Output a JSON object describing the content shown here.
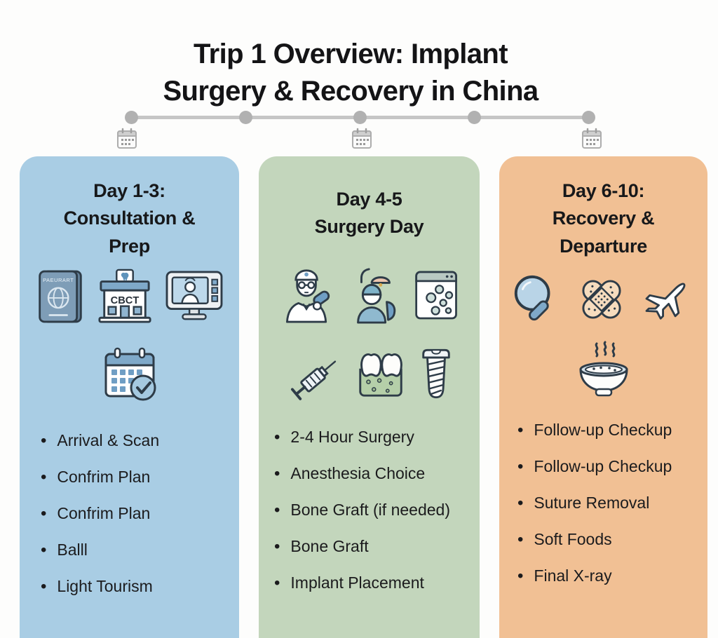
{
  "title": {
    "line1": "Trip 1 Overview: Implant",
    "line2": "Surgery & Recovery in China"
  },
  "timeline": {
    "milestone_dot_count": 5,
    "calendar_icon_count": 3
  },
  "colors": {
    "column_blue": "#a9cde4",
    "column_green": "#c3d6bc",
    "column_orange": "#f1c094",
    "timeline_gray": "#c6c6c6",
    "text_dark": "#1b1b1d",
    "icon_outline": "#2e3c48",
    "icon_blue": "#7fa9c9",
    "icon_blue_light": "#b9d4e7",
    "icon_green": "#b5cfa9",
    "icon_peach": "#f6dcbe"
  },
  "columns": [
    {
      "header_lines": [
        "Day 1-3:",
        "Consultation &",
        "Prep"
      ],
      "icons_row1": [
        "passport-icon",
        "dental-clinic-icon",
        "video-consultation-icon"
      ],
      "icons_row2": [
        "calendar-check-icon"
      ],
      "passport_text": "PAEURART",
      "clinic_sign_text": "CBCT",
      "bullets": [
        "Arrival & Scan",
        "Confrim Plan",
        "Confrim Plan",
        "Balll",
        "Light Tourism"
      ]
    },
    {
      "header_lines": [
        "Day 4-5",
        "Surgery Day"
      ],
      "icons_row1": [
        "surgeon-icon",
        "patient-chair-icon",
        "xray-panel-icon"
      ],
      "icons_row2": [
        "syringe-icon",
        "bone-graft-icon",
        "implant-screw-icon"
      ],
      "bullets": [
        "2-4 Hour Surgery",
        "Anesthesia Choice",
        "Bone Graft (if needed)",
        "Bone Graft",
        "Implant Placement"
      ]
    },
    {
      "header_lines": [
        "Day 6-10:",
        "Recovery &",
        "Departure"
      ],
      "icons_row1": [
        "magnifier-icon",
        "bandages-icon",
        "airplane-icon"
      ],
      "icons_row2": [
        "soup-bowl-icon"
      ],
      "bullets": [
        "Follow-up Checkup",
        "Follow-up Checkup",
        "Suture Removal",
        "Soft Foods",
        "Final X-ray"
      ]
    }
  ]
}
